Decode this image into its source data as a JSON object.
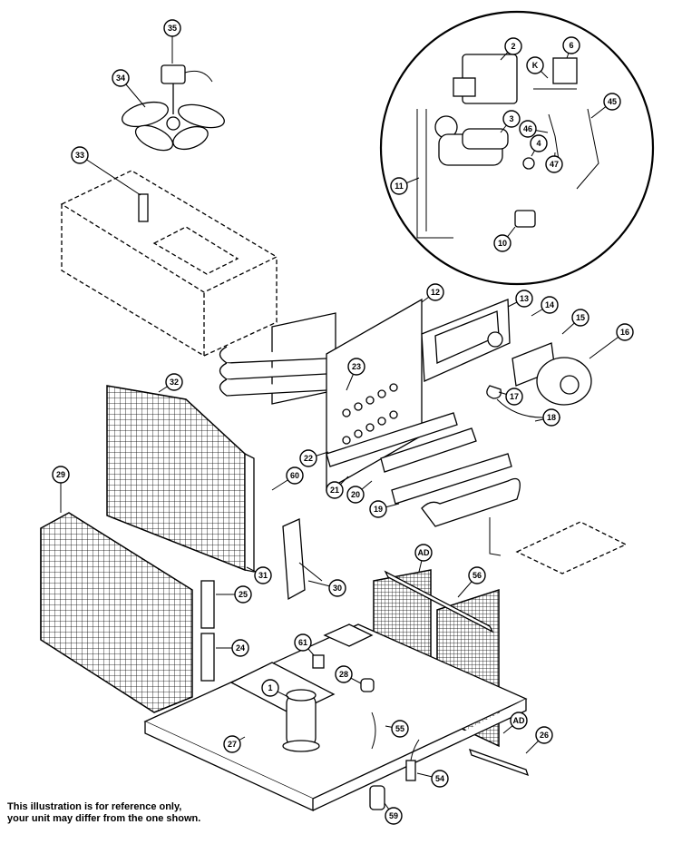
{
  "note": {
    "line1": "This illustration is for reference only,",
    "line2": "your unit may differ from the one shown."
  },
  "callouts": [
    {
      "id": "35",
      "label": "35"
    },
    {
      "id": "34",
      "label": "34"
    },
    {
      "id": "33",
      "label": "33"
    },
    {
      "id": "2",
      "label": "2"
    },
    {
      "id": "6",
      "label": "6"
    },
    {
      "id": "K",
      "label": "K"
    },
    {
      "id": "3",
      "label": "3"
    },
    {
      "id": "45",
      "label": "45"
    },
    {
      "id": "46",
      "label": "46"
    },
    {
      "id": "4",
      "label": "4"
    },
    {
      "id": "47",
      "label": "47"
    },
    {
      "id": "11",
      "label": "11"
    },
    {
      "id": "10",
      "label": "10"
    },
    {
      "id": "12",
      "label": "12"
    },
    {
      "id": "13",
      "label": "13"
    },
    {
      "id": "14",
      "label": "14"
    },
    {
      "id": "15",
      "label": "15"
    },
    {
      "id": "16",
      "label": "16"
    },
    {
      "id": "32",
      "label": "32"
    },
    {
      "id": "23",
      "label": "23"
    },
    {
      "id": "17",
      "label": "17"
    },
    {
      "id": "18",
      "label": "18"
    },
    {
      "id": "22",
      "label": "22"
    },
    {
      "id": "60",
      "label": "60"
    },
    {
      "id": "21",
      "label": "21"
    },
    {
      "id": "20",
      "label": "20"
    },
    {
      "id": "19",
      "label": "19"
    },
    {
      "id": "29",
      "label": "29"
    },
    {
      "id": "31",
      "label": "31"
    },
    {
      "id": "30",
      "label": "30"
    },
    {
      "id": "AD1",
      "label": "AD"
    },
    {
      "id": "56",
      "label": "56"
    },
    {
      "id": "25",
      "label": "25"
    },
    {
      "id": "61",
      "label": "61"
    },
    {
      "id": "24",
      "label": "24"
    },
    {
      "id": "28",
      "label": "28"
    },
    {
      "id": "1",
      "label": "1"
    },
    {
      "id": "55",
      "label": "55"
    },
    {
      "id": "AD2",
      "label": "AD"
    },
    {
      "id": "27",
      "label": "27"
    },
    {
      "id": "26",
      "label": "26"
    },
    {
      "id": "54",
      "label": "54"
    },
    {
      "id": "59",
      "label": "59"
    }
  ]
}
